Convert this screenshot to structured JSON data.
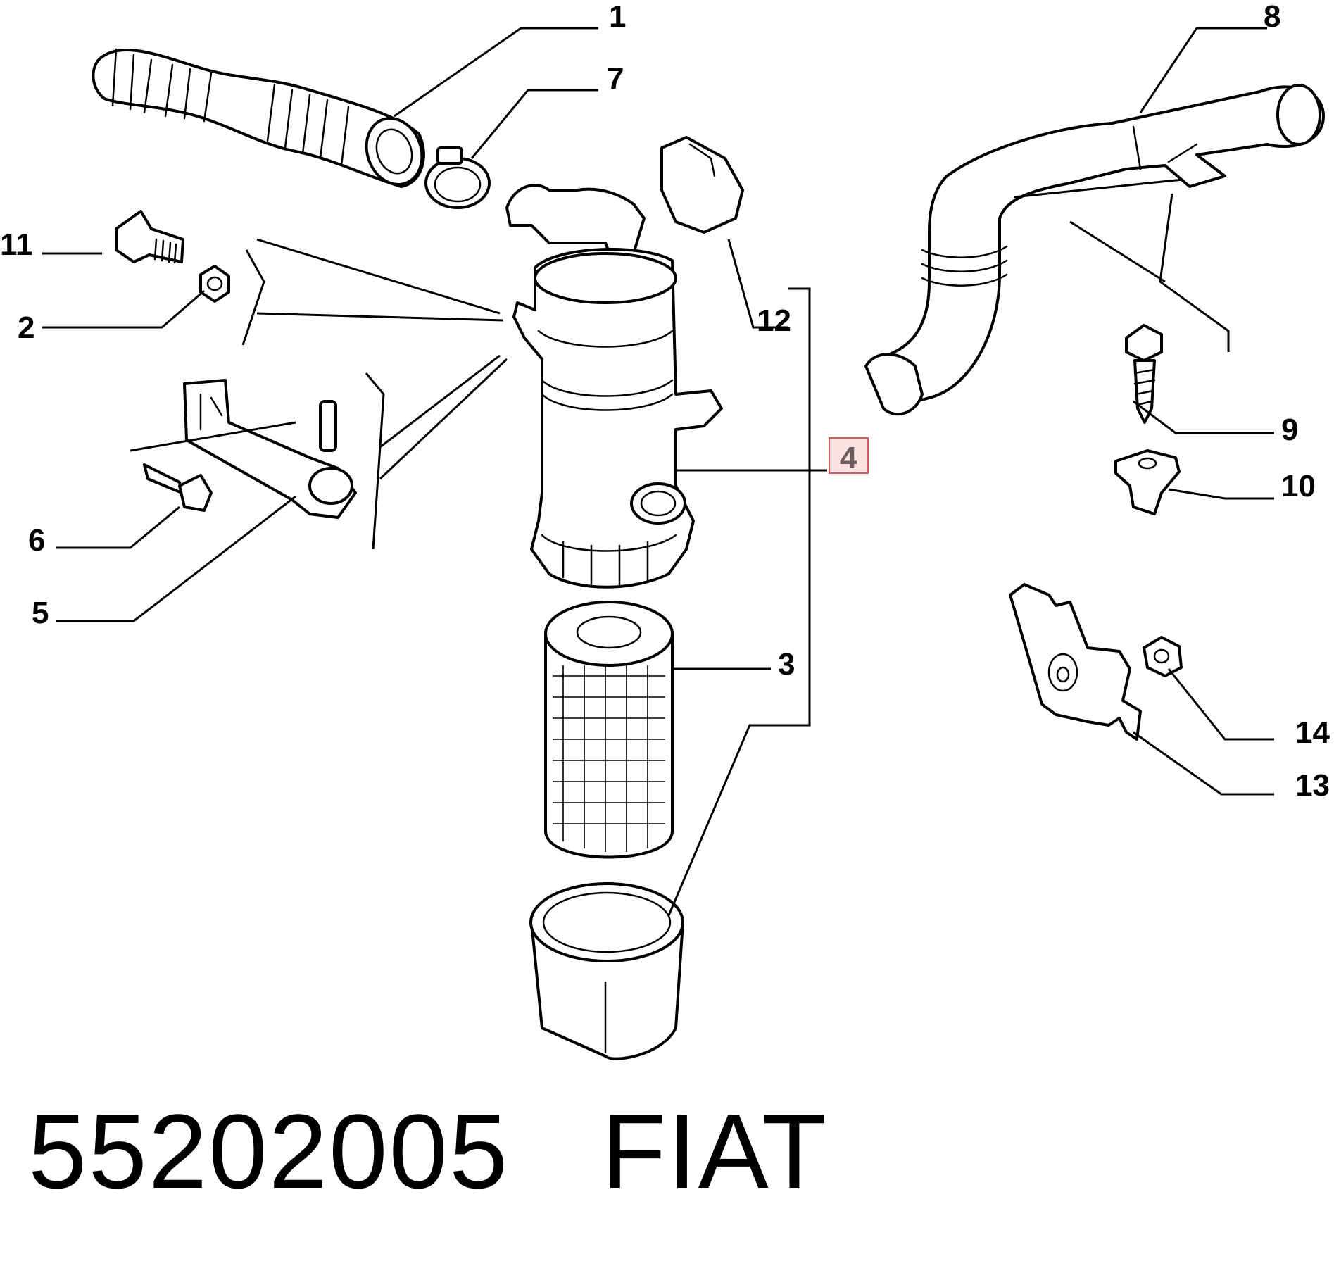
{
  "callouts": {
    "c1": "1",
    "c2": "2",
    "c3": "3",
    "c4": "4",
    "c5": "5",
    "c6": "6",
    "c7": "7",
    "c8": "8",
    "c9": "9",
    "c10": "10",
    "c11": "11",
    "c12": "12",
    "c13": "13",
    "c14": "14"
  },
  "highlight": {
    "callout": "4",
    "box_color": "#fbe3e3",
    "border_color": "#d25b5b"
  },
  "caption": {
    "part_number": "55202005",
    "brand": "FIAT"
  },
  "icons": [
    "hose-icon",
    "clamp-icon",
    "bolt-icon",
    "nut-icon",
    "bracket-icon",
    "sensor-icon",
    "filter-housing-icon",
    "filter-cartridge-icon",
    "cup-icon",
    "screw-icon",
    "clip-nut-icon",
    "pipe-icon"
  ]
}
